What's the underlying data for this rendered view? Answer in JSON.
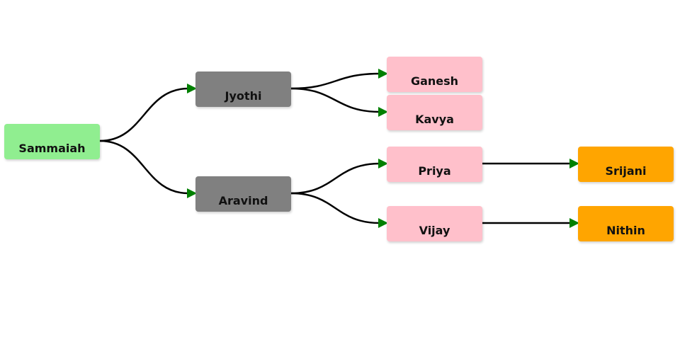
{
  "diagram": {
    "type": "tree",
    "direction": "left-to-right",
    "arrow_color": "#008000",
    "link_color": "#000000",
    "nodes": [
      {
        "id": "sammaiah",
        "label": "Sammaiah",
        "level": 0,
        "color": "#90EE90"
      },
      {
        "id": "jyothi",
        "label": "Jyothi",
        "level": 1,
        "color": "#808080"
      },
      {
        "id": "aravind",
        "label": "Aravind",
        "level": 1,
        "color": "#808080"
      },
      {
        "id": "ganesh",
        "label": "Ganesh",
        "level": 2,
        "color": "#FFC0CB"
      },
      {
        "id": "kavya",
        "label": "Kavya",
        "level": 2,
        "color": "#FFC0CB"
      },
      {
        "id": "priya",
        "label": "Priya",
        "level": 2,
        "color": "#FFC0CB"
      },
      {
        "id": "vijay",
        "label": "Vijay",
        "level": 2,
        "color": "#FFC0CB"
      },
      {
        "id": "srijani",
        "label": "Srijani",
        "level": 3,
        "color": "#FFA500"
      },
      {
        "id": "nithin",
        "label": "Nithin",
        "level": 3,
        "color": "#FFA500"
      }
    ],
    "edges": [
      {
        "from": "sammaiah",
        "to": "jyothi"
      },
      {
        "from": "sammaiah",
        "to": "aravind"
      },
      {
        "from": "jyothi",
        "to": "ganesh"
      },
      {
        "from": "jyothi",
        "to": "kavya"
      },
      {
        "from": "aravind",
        "to": "priya"
      },
      {
        "from": "aravind",
        "to": "vijay"
      },
      {
        "from": "priya",
        "to": "srijani"
      },
      {
        "from": "vijay",
        "to": "nithin"
      }
    ]
  }
}
